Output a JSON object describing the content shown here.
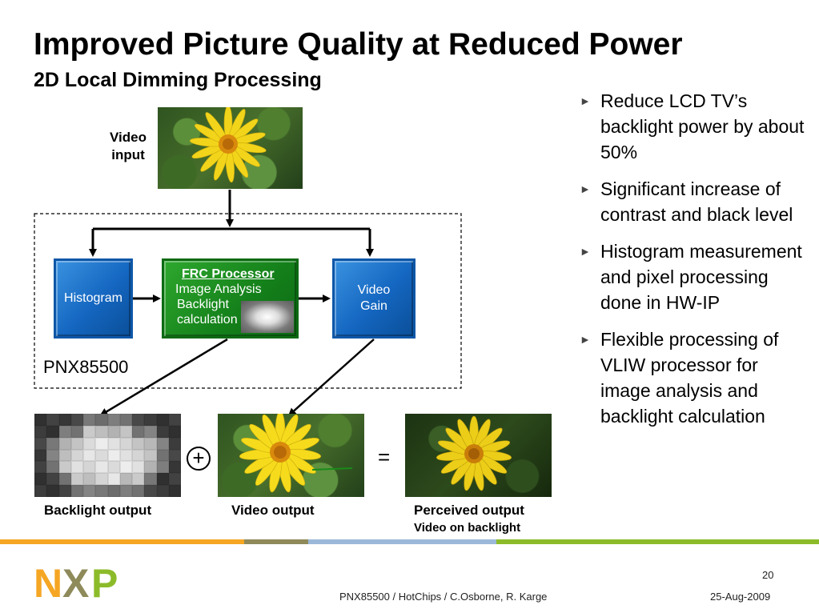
{
  "slide": {
    "title": "Improved Picture Quality at Reduced Power",
    "subtitle": "2D Local Dimming Processing"
  },
  "diagram": {
    "video_input_label_line1": "Video",
    "video_input_label_line2": "input",
    "histogram_label": "Histogram",
    "frc_title": "FRC Processor",
    "frc_line1": "Image Analysis",
    "frc_line2": "Backlight",
    "frc_line3": "calculation",
    "video_gain_line1": "Video",
    "video_gain_line2": "Gain",
    "chip_label": "PNX85500",
    "plus_symbol": "+",
    "equals_symbol": "=",
    "backlight_output_label": "Backlight output",
    "video_output_label": "Video output",
    "perceived_output_label": "Perceived output",
    "perceived_output_sublabel": "Video on backlight",
    "colors": {
      "block_blue": "#1466c0",
      "block_green": "#14801a",
      "flower_yellow": "#f2d41a"
    }
  },
  "bullets": [
    "Reduce LCD TV’s backlight power by about 50%",
    "Significant increase of contrast and black level",
    "Histogram measurement and pixel processing done in HW-IP",
    "Flexible processing of VLIW processor for image analysis and backlight calculation"
  ],
  "footer": {
    "logo_text": "NXP",
    "text": "PNX85500 / HotChips / C.Osborne, R. Karge",
    "page_number": "20",
    "date": "25-Aug-2009",
    "line_colors": [
      "#f5a623",
      "#8e8a5a",
      "#9bb8d9",
      "#8cbb2a"
    ]
  }
}
